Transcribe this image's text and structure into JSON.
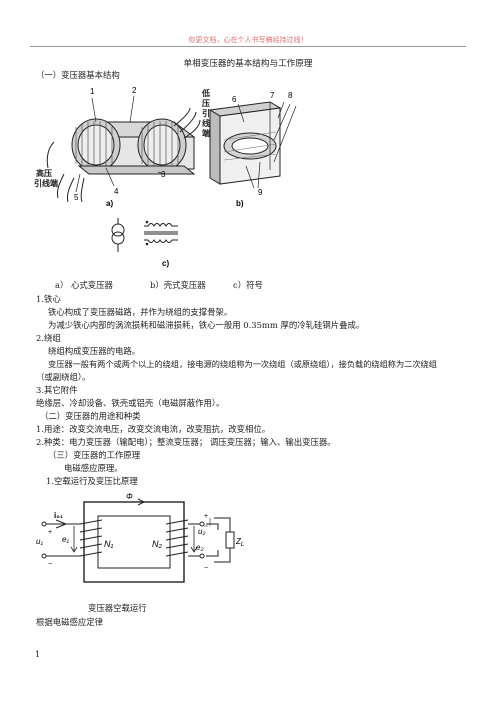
{
  "header": {
    "banner": "你更文档，心在个人书写稿经持过线！",
    "title": "单相变压器的基本结构与工作原理"
  },
  "section1": {
    "heading": "（一）变压器基本结构"
  },
  "figure1": {
    "callouts": [
      "1",
      "2",
      "3",
      "4",
      "5",
      "6",
      "7",
      "8",
      "9"
    ],
    "low_label": [
      "低",
      "压",
      "引",
      "线",
      "端"
    ],
    "high_label": [
      "高压",
      "引线端"
    ],
    "a": "a)",
    "b": "b)",
    "c": "c)",
    "caption": [
      "a） 心式变压器",
      "b）壳式变压器",
      "c）符号"
    ]
  },
  "body": [
    "1.铁心",
    "铁心构成了变压器磁路，并作为绕组的支撑骨架。",
    "为减少铁心内部的涡流损耗和磁滞损耗，铁心一般用 0.35mm 厚的冷轧硅钢片叠成。",
    "2.绕组",
    "绕组构成变压器的电路。",
    "变压器一般有两个或两个以上的绕组，接电源的绕组称为一次绕组（或原绕组），接负载的绕组称为二次绕组",
    "（或副绕组）。",
    "3.其它附件",
    "绝缘层、冷却设备、铁壳或铝壳（电磁屏蔽作用）。",
    "（二）变压器的用途和种类",
    "1.用途：改变交流电压，改变交流电流，改变阻抗，改变相位。",
    "2.种类：电力变压器（输配电）；整流变压器； 调压变压器；输入、输出变压器。",
    "（三）变压器的工作原理",
    "电磁感应原理。",
    "1.空载运行及变压比原理"
  ],
  "figure2": {
    "phi": "Φ",
    "i01": "i₀₁",
    "u1": "u₁",
    "e1": "e₁",
    "N1": "N₁",
    "N2": "N₂",
    "e2": "e₂",
    "u2": "u₂",
    "ZL": "Z",
    "ZL_sub": "L",
    "caption": "变压器空载运行"
  },
  "after_fig": "根据电磁感应定律",
  "page_number": "1"
}
